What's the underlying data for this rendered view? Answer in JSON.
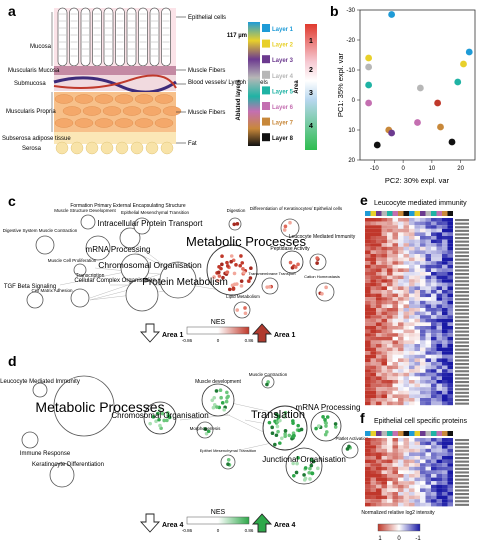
{
  "panel_labels": {
    "a": "a",
    "b": "b",
    "c": "c",
    "d": "d",
    "e": "e",
    "f": "f"
  },
  "panel_a": {
    "left_labels": [
      "Mucosa",
      "Muscularis Mucosa",
      "Submucosa",
      "Muscularis Propria",
      "Subserosa adipose tissue",
      "Serosa"
    ],
    "right_labels": [
      "Epithelial cells",
      "Muscle Fibers",
      "Blood vessels/ Lymph vessels",
      "Muscle Fibers",
      "Fat"
    ],
    "scale": "117 µm",
    "ablated_title": "Ablated layers",
    "layers": [
      {
        "name": "Layer 1",
        "color": "#1e9bd7"
      },
      {
        "name": "Layer 2",
        "color": "#e8d02a"
      },
      {
        "name": "Layer 3",
        "color": "#6c3a8f"
      },
      {
        "name": "Layer 4",
        "color": "#b7b7b7"
      },
      {
        "name": "Layer 5",
        "color": "#1fb3a4"
      },
      {
        "name": "Layer 6",
        "color": "#c46fb1"
      },
      {
        "name": "Layer 7",
        "color": "#c8883a"
      },
      {
        "name": "Layer 8",
        "color": "#111111"
      }
    ],
    "area_title": "Area",
    "areas": [
      "1",
      "2",
      "3",
      "4"
    ]
  },
  "chart_data": {
    "type": "scatter",
    "xlabel": "PC2: 30% expl. var",
    "ylabel": "PC1: 35% expl. var",
    "xlim": [
      -15,
      25
    ],
    "ylim": [
      -30,
      20
    ],
    "y_inverted": true,
    "x_ticks": [
      "-10",
      "0",
      "10",
      "20"
    ],
    "y_ticks": [
      "-30",
      "-20",
      "-10",
      "0",
      "10",
      "20"
    ],
    "points": [
      {
        "x": -4,
        "y": -28.5,
        "color": "#1e9bd7"
      },
      {
        "x": 23,
        "y": -16,
        "color": "#1e9bd7"
      },
      {
        "x": -12,
        "y": -14,
        "color": "#e8d02a"
      },
      {
        "x": 21,
        "y": -12,
        "color": "#e8d02a"
      },
      {
        "x": -12,
        "y": -11,
        "color": "#b7b7b7"
      },
      {
        "x": 6,
        "y": -4,
        "color": "#b7b7b7"
      },
      {
        "x": -12,
        "y": -5,
        "color": "#1fb3a4"
      },
      {
        "x": 19,
        "y": -6,
        "color": "#1fb3a4"
      },
      {
        "x": -12,
        "y": 1,
        "color": "#c46fb1"
      },
      {
        "x": 5,
        "y": 7.5,
        "color": "#c46fb1"
      },
      {
        "x": -5,
        "y": 10,
        "color": "#c8883a"
      },
      {
        "x": 13,
        "y": 9,
        "color": "#c8883a"
      },
      {
        "x": -4,
        "y": 11,
        "color": "#6c3a8f"
      },
      {
        "x": 12,
        "y": 1,
        "color": "#c0392b"
      },
      {
        "x": -9,
        "y": 15,
        "color": "#111111"
      },
      {
        "x": 17,
        "y": 14,
        "color": "#111111"
      }
    ]
  },
  "panel_c": {
    "nodes_left": [
      "Formation Primary External Encapsulating Structure",
      "Intracellular Protein Transport",
      "Digestive System Muscle Contraction",
      "Muscle Structure Development",
      "Epithelial Mesenchymal Transition",
      "Muscle Cell Proliferation",
      "mRNA Processing",
      "Transcription",
      "Chromosomal Organisation",
      "Protein Metabolism",
      "Cellular Complex Organisation",
      "Cell Matrix Adhesion",
      "TGF Beta Signaling"
    ],
    "nodes_right": [
      "Digestion",
      "Differentiation of Keratinocytes/ Epithelial cells",
      "Metabolic Processes",
      "Leucocyte Mediated Immunity",
      "Peptidase Activity",
      "Cation Homeostasis",
      "Lipid Metabolism",
      "Transmembrane Transport"
    ],
    "legend_title": "NES",
    "legend_ticks": [
      "-0.86",
      "0",
      "0.86"
    ],
    "arrow_left": "Area 1",
    "arrow_right": "Area 1"
  },
  "panel_d": {
    "nodes_left": [
      "Leucocyte Mediated Immunity",
      "Metabolic Processes",
      "Immune Response",
      "Keratinocyte Differentiation"
    ],
    "nodes_right": [
      "Muscle development",
      "Muscle Contraction",
      "Chromosomal Organisation",
      "Translation",
      "mRNA Processing",
      "Morphogenesis",
      "Epithel Mesenchymal Transition",
      "Junctional Organisation",
      "Platlet Activation"
    ],
    "legend_title": "NES",
    "legend_ticks": [
      "-0.86",
      "0",
      "0.86"
    ],
    "arrow_left": "Area 4",
    "arrow_right": "Area 4"
  },
  "panel_e": {
    "title": "Leucocyte mediated immunity"
  },
  "panel_f": {
    "title": "Epithelial cell specific proteins"
  },
  "heat_legend": {
    "title": "Normalized relative log2 intensity",
    "ticks": [
      "1",
      "0",
      "-1"
    ]
  }
}
